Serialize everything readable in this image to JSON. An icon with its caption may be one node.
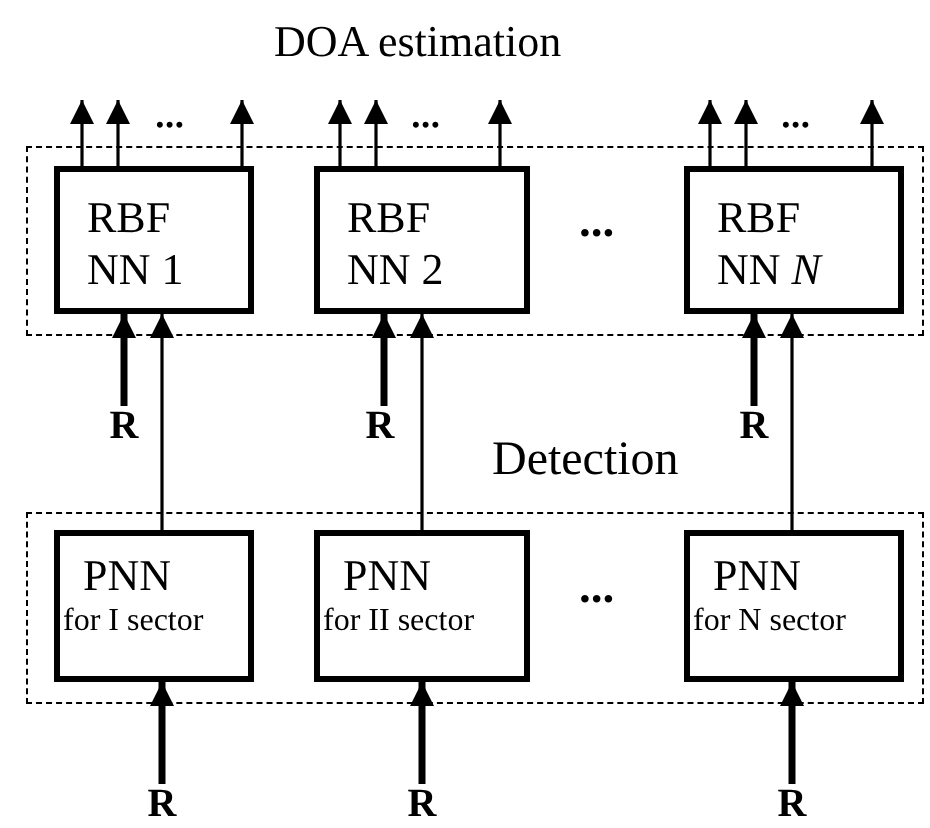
{
  "diagram": {
    "nodes": [
      {
        "text": [
          "DOA estimation"
        ]
      },
      {
        "text": [
          "RBF NN 1"
        ],
        "in": 0
      },
      {
        "text": [
          "RBF NN 2"
        ],
        "in": 0
      },
      {
        "text": [
          "RBF NN *N*"
        ],
        "in": 0
      },
      {
        "text": [
          "Detection"
        ]
      },
      {
        "text": [
          "PNN",
          "for I sector"
        ],
        "in": 4
      },
      {
        "text": [
          "PNN",
          "for II sector"
        ],
        "in": 4
      },
      {
        "text": [
          "PNN",
          "for N sector"
        ],
        "in": 4
      },
      {
        "text": [
          "R"
        ]
      },
      {
        "text": [
          "R"
        ]
      },
      {
        "text": [
          "R"
        ]
      },
      {
        "text": [
          "R"
        ]
      },
      {
        "text": [
          "R"
        ]
      },
      {
        "text": [
          "R"
        ]
      }
    ],
    "edges": [
      {
        "from": 1,
        "to": null,
        "arrow": "to"
      },
      {
        "from": 1,
        "to": null,
        "arrow": "to"
      },
      {
        "from": 1,
        "to": null,
        "arrow": "to"
      },
      {
        "from": 2,
        "to": null,
        "arrow": "to"
      },
      {
        "from": 2,
        "to": null,
        "arrow": "to"
      },
      {
        "from": 2,
        "to": null,
        "arrow": "to"
      },
      {
        "from": 3,
        "to": null,
        "arrow": "to"
      },
      {
        "from": 3,
        "to": null,
        "arrow": "to"
      },
      {
        "from": 3,
        "to": null,
        "arrow": "to"
      },
      {
        "from": 8,
        "to": 1,
        "arrow": "to",
        "style": "thick"
      },
      {
        "from": 9,
        "to": 2,
        "arrow": "to",
        "style": "thick"
      },
      {
        "from": 10,
        "to": 3,
        "arrow": "to",
        "style": "thick"
      },
      {
        "from": 5,
        "to": 1,
        "arrow": "to"
      },
      {
        "from": 6,
        "to": 2,
        "arrow": "to"
      },
      {
        "from": 7,
        "to": 3,
        "arrow": "to"
      },
      {
        "from": 11,
        "to": 5,
        "arrow": "to",
        "style": "thick"
      },
      {
        "from": 12,
        "to": 6,
        "arrow": "to",
        "style": "thick"
      },
      {
        "from": 13,
        "to": 7,
        "arrow": "to",
        "style": "thick"
      }
    ],
    "labels": [
      "•••",
      "•••",
      "•••",
      "•••",
      "•••"
    ]
  }
}
